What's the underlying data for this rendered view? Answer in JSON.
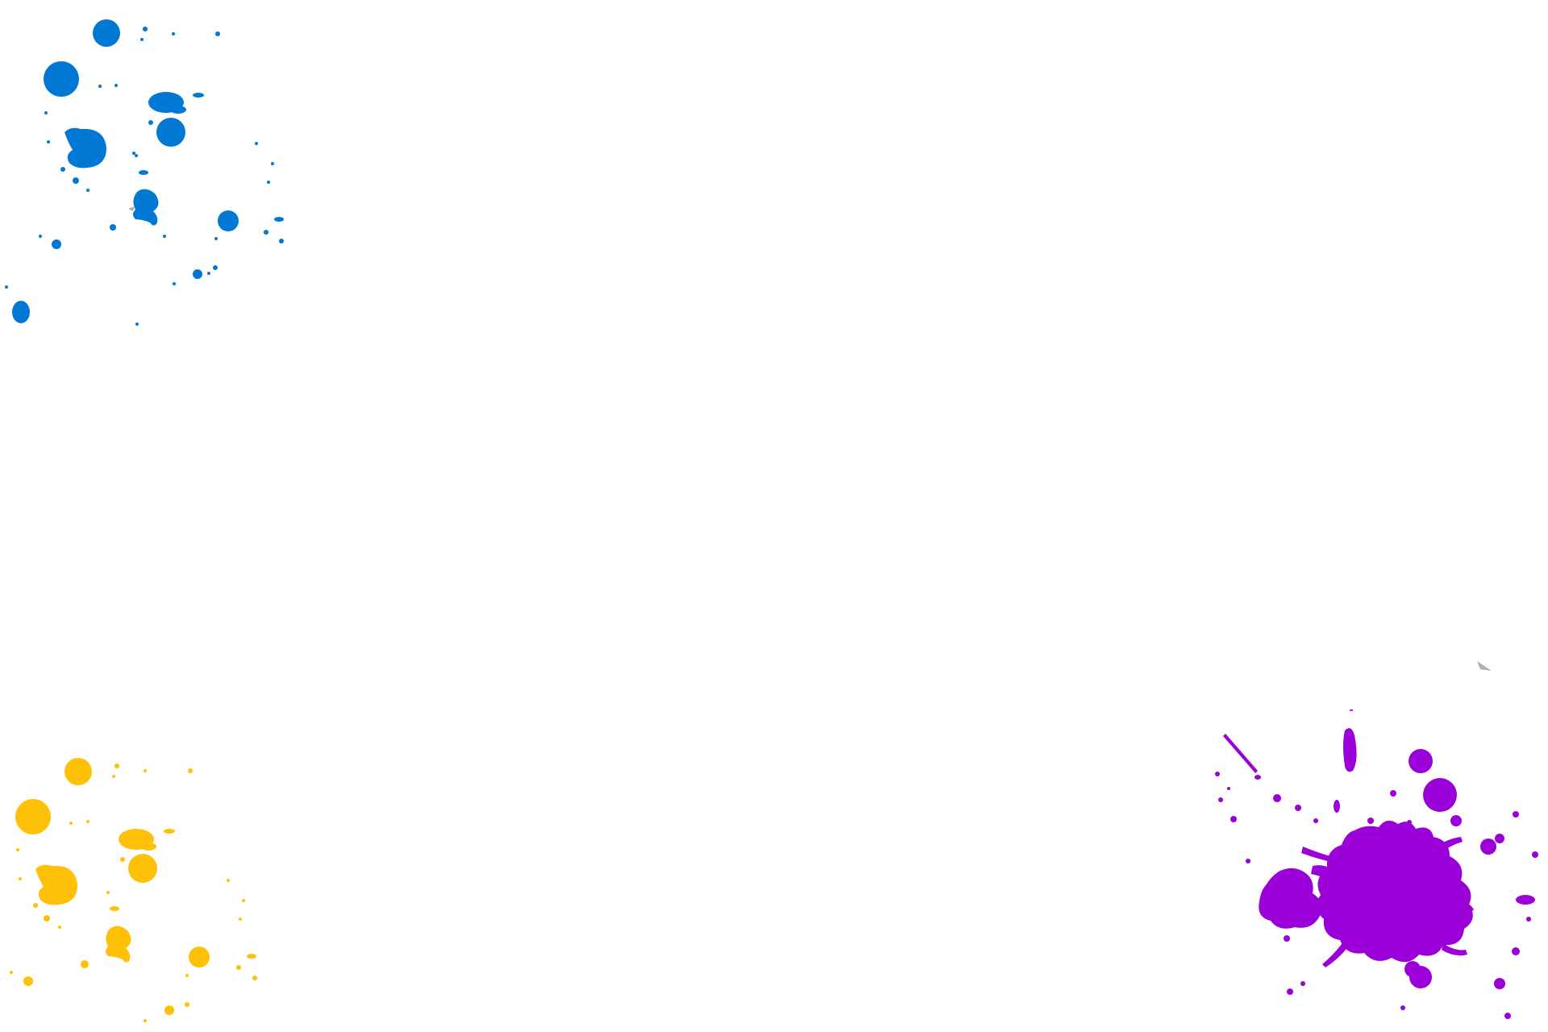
{
  "background": {
    "color": "#ffffff"
  },
  "splatters": {
    "top_left": {
      "color": "#0078d4",
      "shape": "paint-splatter"
    },
    "bottom_left": {
      "color": "#ffc107",
      "shape": "paint-splatter"
    },
    "bottom_right": {
      "color": "#9b00d8",
      "shape": "paint-splatter"
    }
  },
  "marks": {
    "color": "#b0b0b0"
  }
}
